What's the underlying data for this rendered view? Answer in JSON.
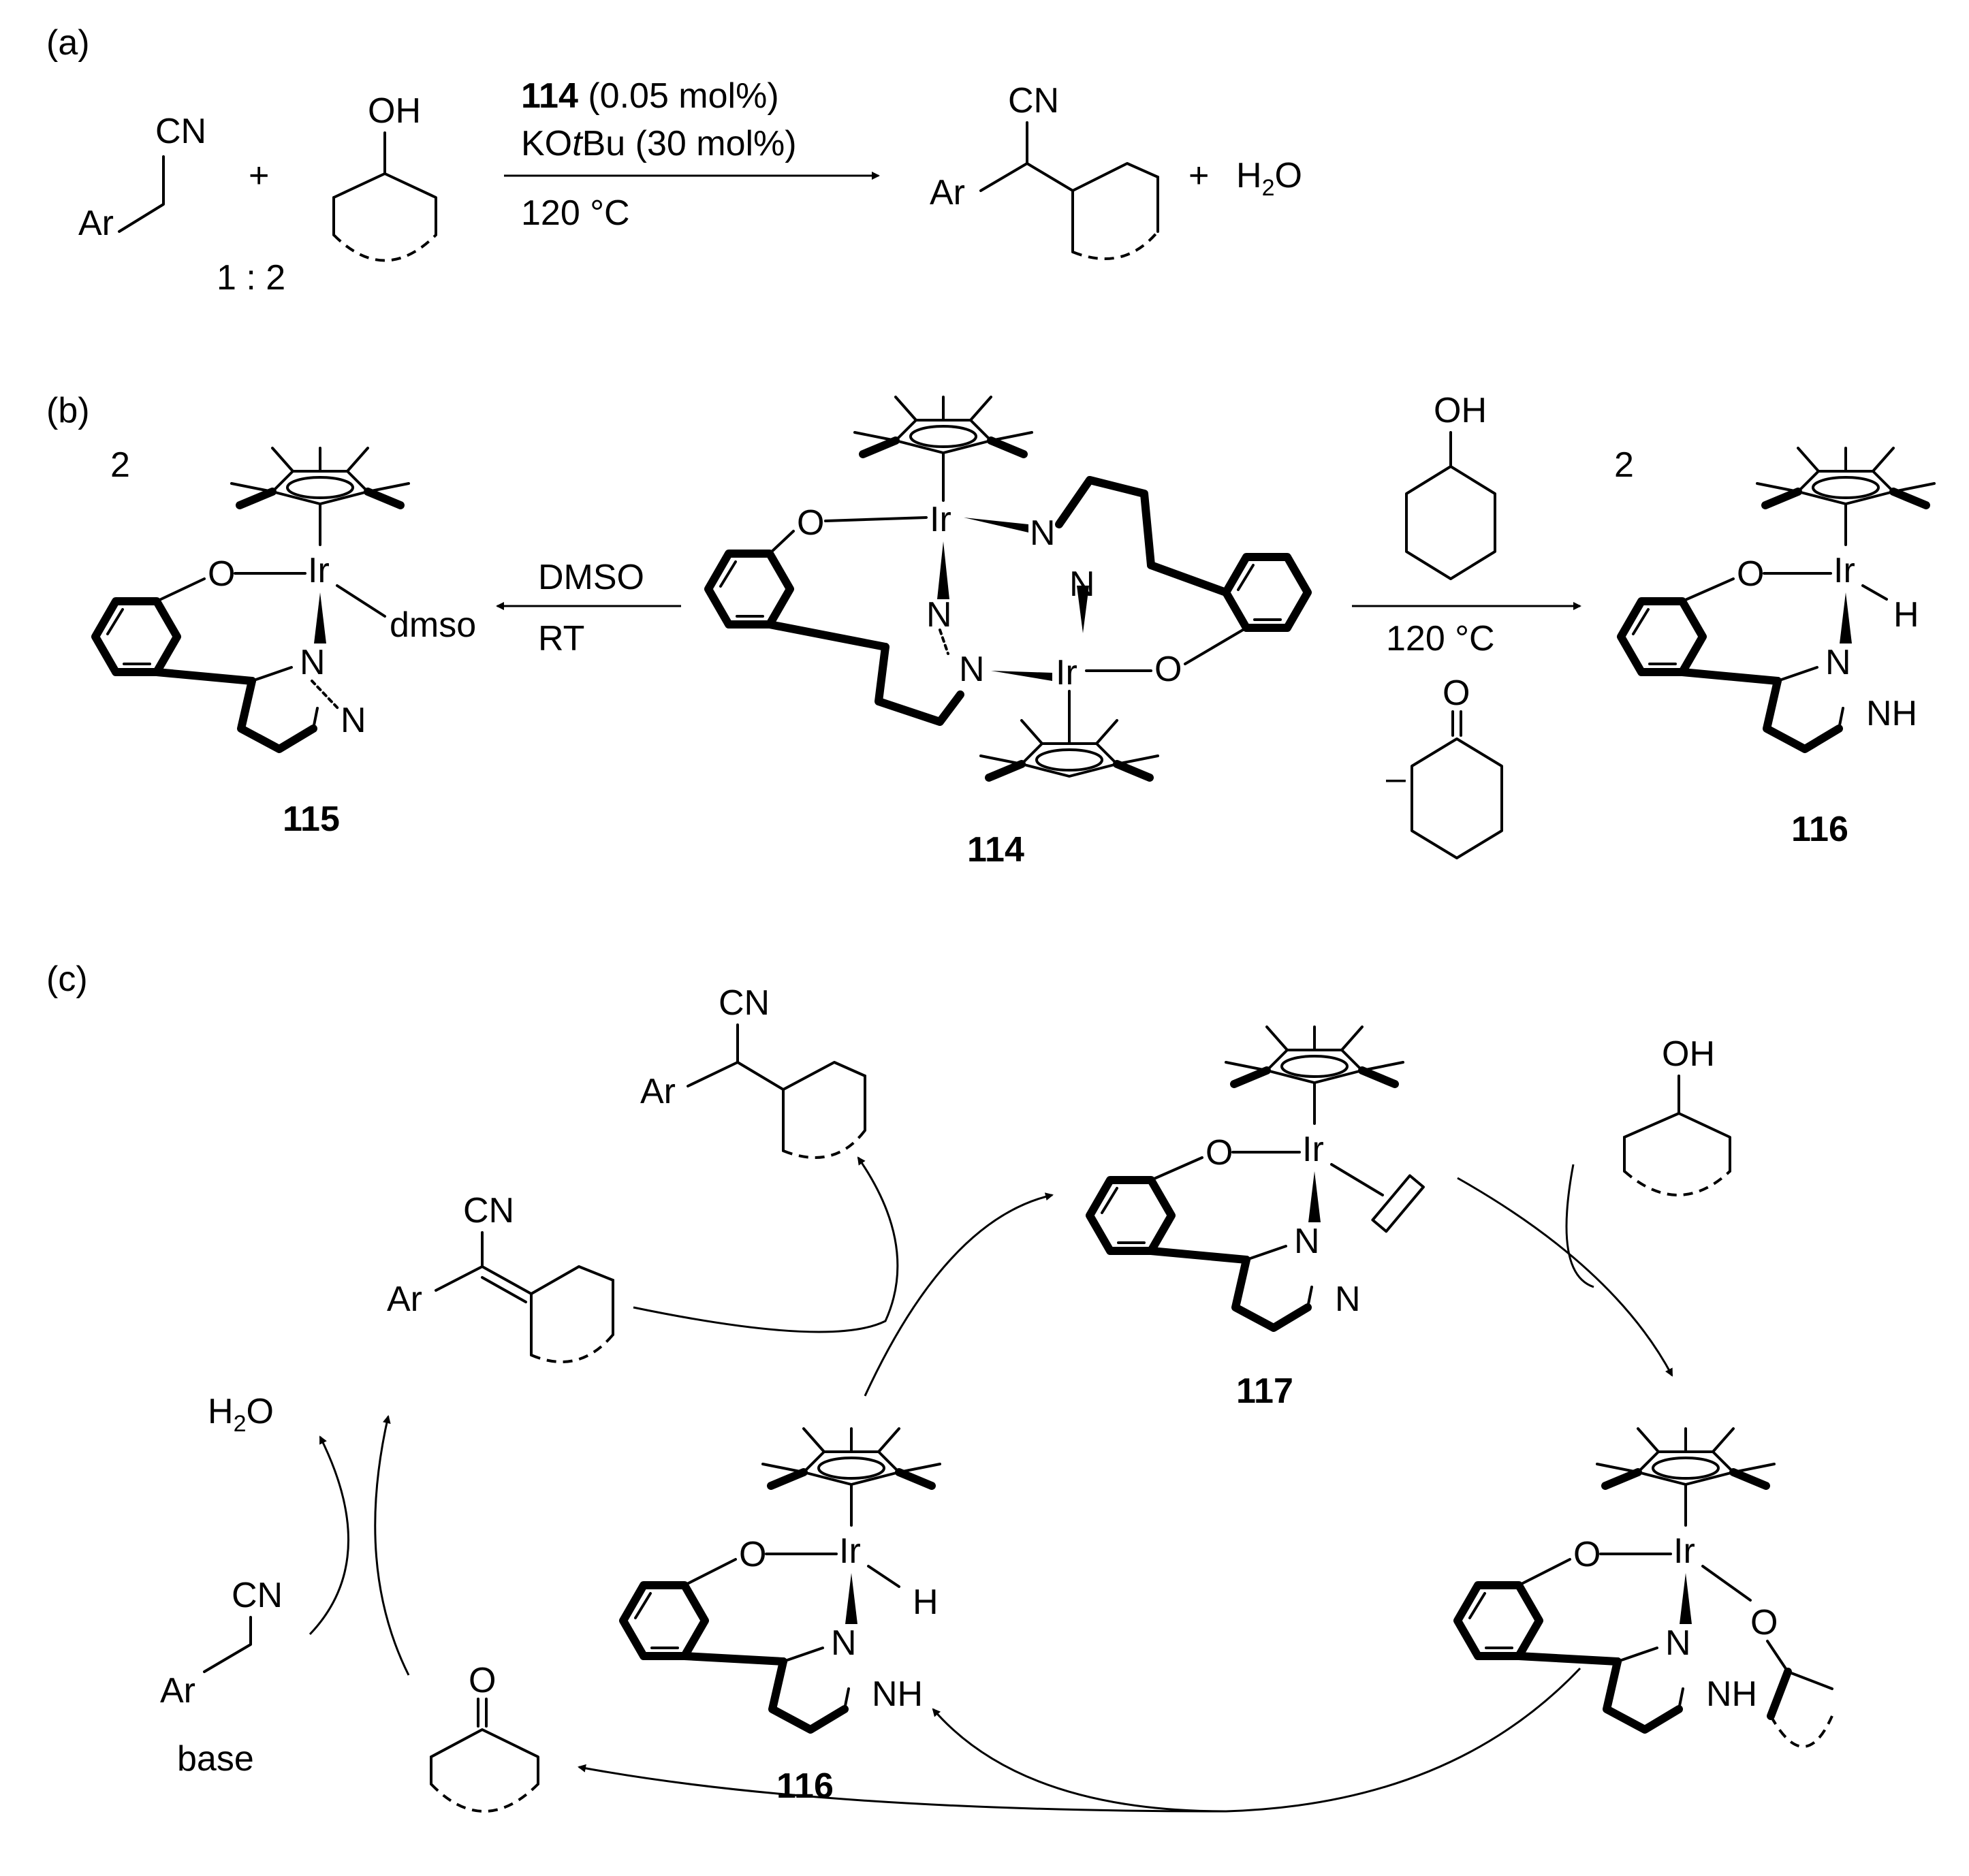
{
  "panels": {
    "a": {
      "label": "(a)"
    },
    "b": {
      "label": "(b)"
    },
    "c": {
      "label": "(c)"
    }
  },
  "scheme_a": {
    "reactant_cn": "CN",
    "reactant_ar": "Ar",
    "plus_1": "+",
    "alcohol_oh": "OH",
    "ratio": "1 : 2",
    "catalyst_bold": "114",
    "catalyst_rest": " (0.05 mol%)",
    "base_line_1": "KO",
    "base_line_t": "t",
    "base_line_2": "Bu (30 mol%)",
    "temperature": "120 °C",
    "product_cn": "CN",
    "product_ar": "Ar",
    "plus_2": "+",
    "water_h": "H",
    "water_sub": "2",
    "water_o": "O"
  },
  "scheme_b": {
    "coef_left": "2",
    "coef_right": "2",
    "left_reagent": "DMSO",
    "left_condition": "RT",
    "right_reagent_oh": "OH",
    "right_condition": "120 °C",
    "right_byproduct_o": "O",
    "minus": "–",
    "c115": {
      "ir": "Ir",
      "o": "O",
      "n1": "N",
      "n2": "N",
      "ligand": "dmso",
      "label": "115"
    },
    "c114": {
      "ir1": "Ir",
      "ir2": "Ir",
      "o1": "O",
      "o2": "O",
      "n1": "N",
      "n2": "N",
      "n3": "N",
      "n4": "N",
      "label": "114"
    },
    "c116": {
      "ir": "Ir",
      "o": "O",
      "n": "N",
      "nh": "NH",
      "h": "H",
      "label": "116"
    }
  },
  "scheme_c": {
    "top_product": {
      "cn": "CN",
      "ar": "Ar"
    },
    "alkene": {
      "cn": "CN",
      "ar": "Ar"
    },
    "water": {
      "h": "H",
      "sub": "2",
      "o": "O"
    },
    "nitrile": {
      "cn": "CN",
      "ar": "Ar",
      "base": "base"
    },
    "ketone_o": "O",
    "alcohol_oh": "OH",
    "c117": {
      "ir": "Ir",
      "o": "O",
      "n1": "N",
      "n2": "N",
      "label": "117"
    },
    "c116": {
      "ir": "Ir",
      "o": "O",
      "n": "N",
      "nh": "NH",
      "h": "H",
      "label": "116"
    },
    "alkoxide": {
      "ir": "Ir",
      "o1": "O",
      "o2": "O",
      "n": "N",
      "nh": "NH"
    }
  }
}
